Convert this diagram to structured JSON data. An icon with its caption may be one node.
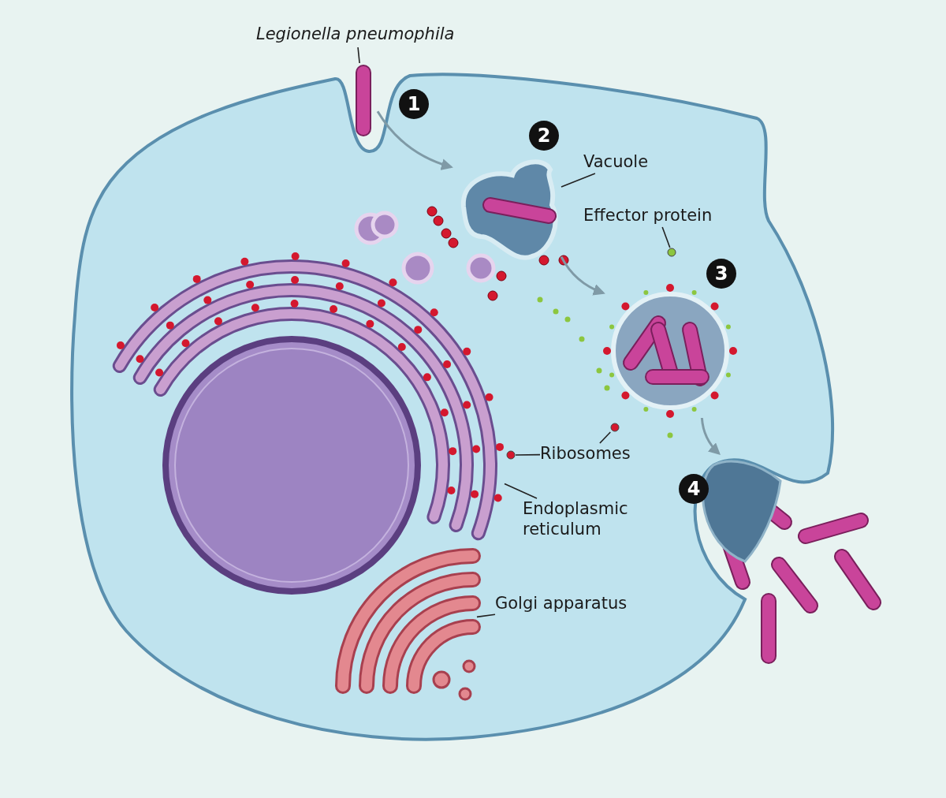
{
  "diagram": {
    "nodes": [
      {
        "text": [
          "Legionella pneumophila"
        ]
      },
      {
        "text": [],
        "shape": "picture"
      },
      {
        "text": [
          "Vacuole"
        ]
      },
      {
        "text": [],
        "shape": "picture"
      },
      {
        "text": [
          "Effector protein"
        ]
      },
      {
        "text": [],
        "shape": "circle"
      },
      {
        "text": [],
        "shape": "picture"
      },
      {
        "text": [
          "Ribosomes"
        ]
      },
      {
        "text": [],
        "shape": "circle"
      },
      {
        "text": [],
        "shape": "circle"
      },
      {
        "text": [],
        "shape": "picture"
      },
      {
        "text": [
          "Endoplasmic reticulum"
        ]
      },
      {
        "text": [],
        "shape": "picture"
      },
      {
        "text": [
          "Golgi apparatus"
        ]
      },
      {
        "text": [],
        "shape": "picture"
      }
    ],
    "edges": [
      {
        "from": 0,
        "to": 1,
        "arrow": "none"
      },
      {
        "from": 1,
        "to": 3,
        "arrow": "to",
        "color": "#7f9aa6"
      },
      {
        "from": 2,
        "to": 3,
        "arrow": "none"
      },
      {
        "from": 4,
        "to": 5,
        "arrow": "none"
      },
      {
        "from": 3,
        "to": 6,
        "arrow": "to",
        "color": "#7f9aa6"
      },
      {
        "from": 7,
        "to": 8,
        "arrow": "none"
      },
      {
        "from": 7,
        "to": 9,
        "arrow": "none"
      },
      {
        "from": 6,
        "to": 10,
        "arrow": "to",
        "color": "#7f9aa6"
      },
      {
        "from": 11,
        "to": 12,
        "arrow": "none"
      },
      {
        "from": 13,
        "to": 14,
        "arrow": "none"
      }
    ],
    "labels": [
      "1",
      "2",
      "3",
      "4"
    ]
  }
}
